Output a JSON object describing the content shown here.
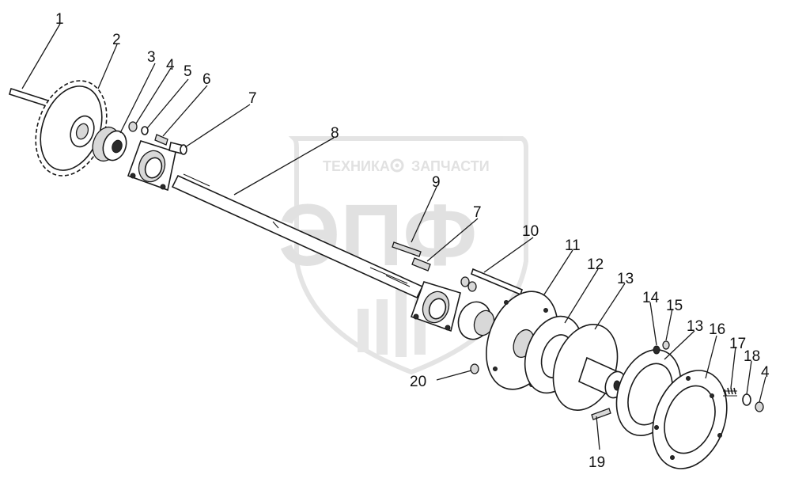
{
  "watermark": {
    "top_text_left": "ТЕХНИКА",
    "top_text_right": "ЗАПЧАСТИ",
    "logo_text": "ЭПФ",
    "gear_icon": "gear-icon"
  },
  "callouts": [
    {
      "id": "c1",
      "text": "1"
    },
    {
      "id": "c2",
      "text": "2"
    },
    {
      "id": "c3",
      "text": "3"
    },
    {
      "id": "c4a",
      "text": "4"
    },
    {
      "id": "c5",
      "text": "5"
    },
    {
      "id": "c6",
      "text": "6"
    },
    {
      "id": "c7a",
      "text": "7"
    },
    {
      "id": "c8",
      "text": "8"
    },
    {
      "id": "c9",
      "text": "9"
    },
    {
      "id": "c7b",
      "text": "7"
    },
    {
      "id": "c10",
      "text": "10"
    },
    {
      "id": "c11",
      "text": "11"
    },
    {
      "id": "c12",
      "text": "12"
    },
    {
      "id": "c13a",
      "text": "13"
    },
    {
      "id": "c14",
      "text": "14"
    },
    {
      "id": "c15",
      "text": "15"
    },
    {
      "id": "c13b",
      "text": "13"
    },
    {
      "id": "c16",
      "text": "16"
    },
    {
      "id": "c17",
      "text": "17"
    },
    {
      "id": "c18",
      "text": "18"
    },
    {
      "id": "c4b",
      "text": "4"
    },
    {
      "id": "c20",
      "text": "20"
    },
    {
      "id": "c19",
      "text": "19"
    }
  ]
}
